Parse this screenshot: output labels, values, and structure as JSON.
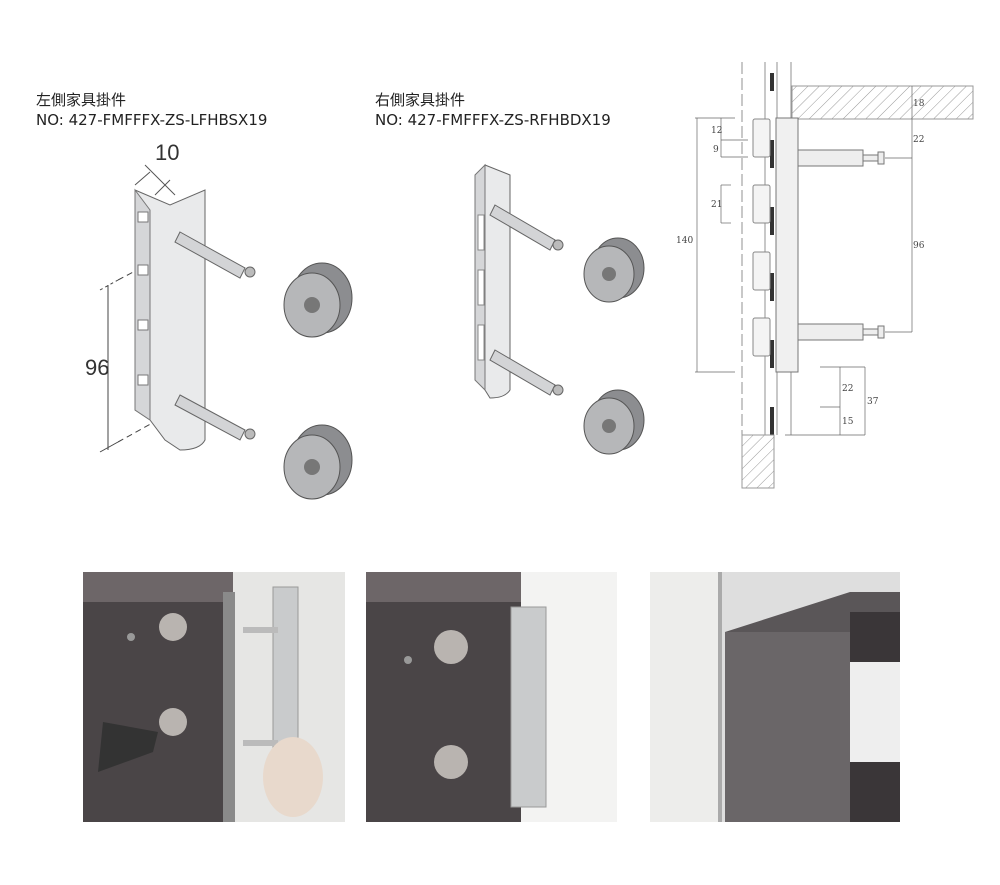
{
  "left_product": {
    "name": "左側家具掛件",
    "number": "NO: 427-FMFFFX-ZS-LFHBSX19",
    "dim_width": "10",
    "dim_spacing": "96"
  },
  "right_product": {
    "name": "右側家具掛件",
    "number": "NO: 427-FMFFFX-ZS-RFHBDX19"
  },
  "technical_drawing": {
    "dims": {
      "top_thickness": "18",
      "top_offset": "22",
      "pin_spacing": "96",
      "total_length": "140",
      "slot_a": "12",
      "slot_b": "9",
      "slot_pitch": "21",
      "bottom_a": "22",
      "bottom_total": "37",
      "bottom_b": "15"
    }
  },
  "colors": {
    "line": "#555555",
    "hatch": "#999999",
    "photo_panel_dark": "#4a4547",
    "photo_wall": "#e8e8e6",
    "metal": "#c9cbcc"
  }
}
